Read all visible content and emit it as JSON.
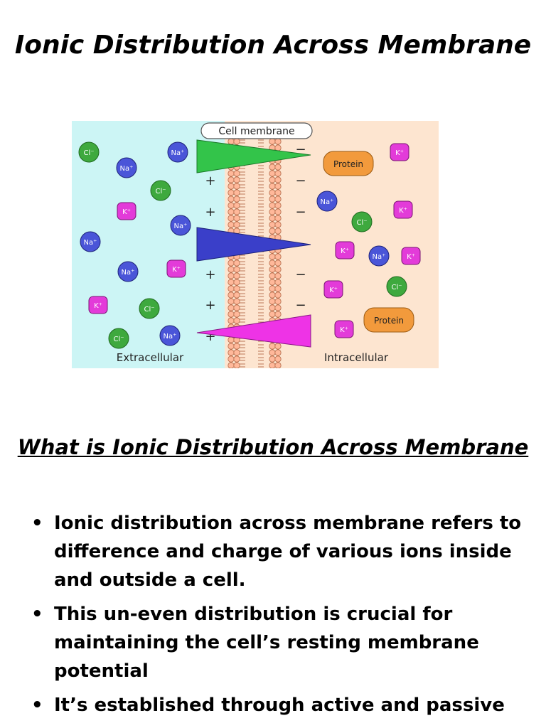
{
  "title": "Ionic Distribution Across Membrane",
  "figure": {
    "membrane_label": "Cell membrane",
    "extracellular_label": "Extracellular",
    "intracellular_label": "Intracellular",
    "ions": {
      "cl": "Cl⁻",
      "na": "Na⁺",
      "k": "K⁺"
    },
    "protein_label": "Protein",
    "plus": "+",
    "minus": "−",
    "colors": {
      "extracellular_bg": "#ccf5f5",
      "intracellular_bg": "#fde5d0",
      "cl": "#3ea93e",
      "na": "#4a55d8",
      "k": "#e33bd9",
      "protein": "#f29a3c",
      "triangle_green": "#33c44a",
      "triangle_blue": "#3a3fc9",
      "triangle_pink": "#ee33e6",
      "membrane": "#ffb89a"
    }
  },
  "subtitle": "What is Ionic Distribution Across Membrane",
  "bullets": [
    "Ionic distribution across membrane refers to difference and charge of various ions inside and outside a cell.",
    "This un-even distribution is crucial for maintaining the cell’s resting membrane potential",
    "It’s established through active and passive"
  ]
}
